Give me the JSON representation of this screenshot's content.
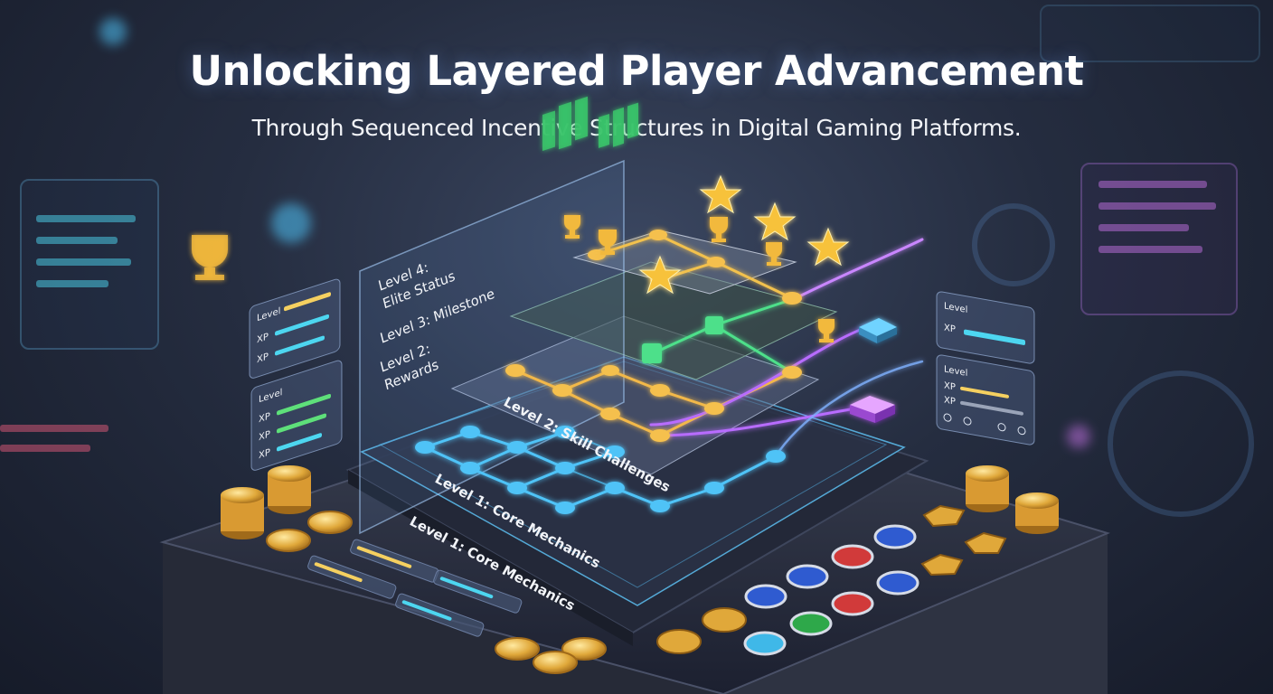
{
  "title": "Unlocking Layered Player Advancement",
  "subtitle": "Through Sequenced Incentive Structures in Digital Gaming Platforms.",
  "layer_panel": {
    "level4_line1": "Level 4:",
    "level4_line2": "Elite Status",
    "level3": "Level 3: Milestone",
    "level2_line1": "Level 2:",
    "level2_line2": "Rewards"
  },
  "platform_labels": {
    "level2": "Level 2: Skill Challenges",
    "level1_upper": "Level 1: Core Mechanics",
    "level1_lower": "Level 1: Core Mechanics"
  },
  "side_cards": {
    "left_top": {
      "header": "Level",
      "row1": "XP",
      "row2": "XP"
    },
    "left_bottom": {
      "header": "Level",
      "row1": "XP",
      "row2": "XP",
      "row3": "XP"
    },
    "right_top": {
      "header": "Level",
      "row1": "XP"
    },
    "right_bottom": {
      "header": "Level",
      "row1": "XP",
      "row2": "XP"
    }
  },
  "colors": {
    "gold": "#f2c14e",
    "node_blue": "#4fc3f7",
    "node_green": "#4ee08a",
    "path_purple": "#b86cff",
    "xp_yellow": "#f5d060",
    "xp_cyan": "#4dd6f0",
    "xp_green": "#5ee07a"
  }
}
